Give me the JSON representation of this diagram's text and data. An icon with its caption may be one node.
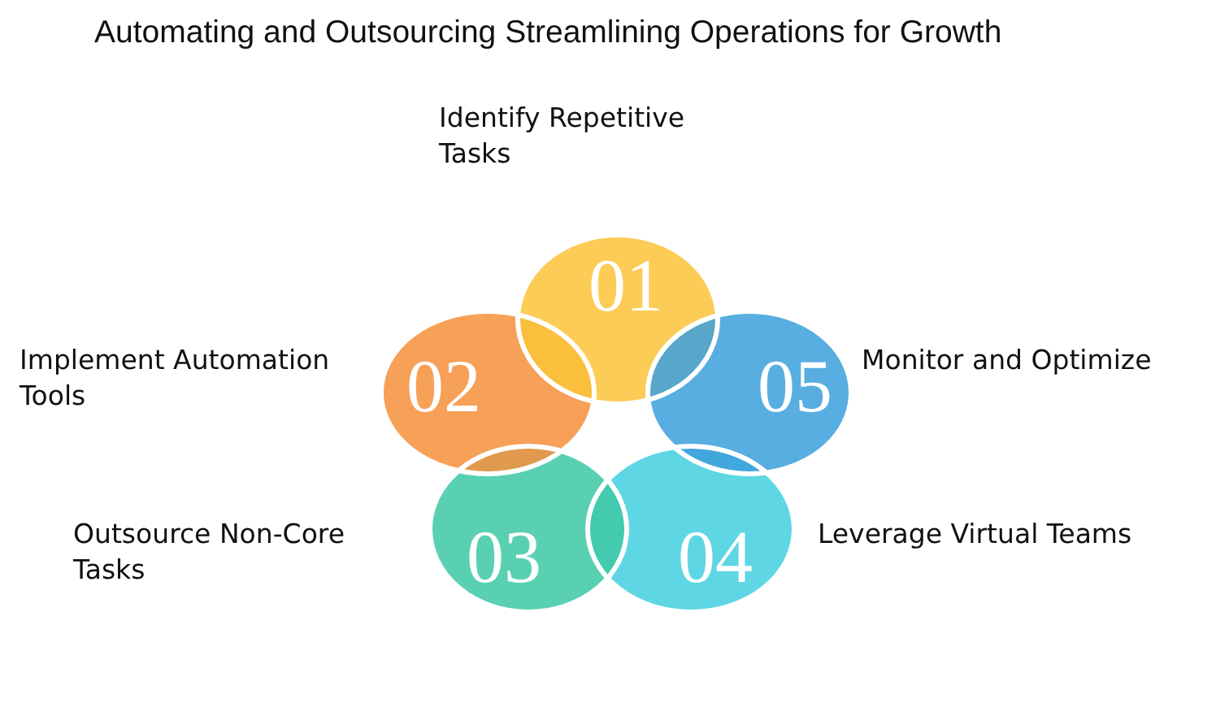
{
  "diagram": {
    "title": "Automating and Outsourcing Streamlining Operations for Growth",
    "nodes": [
      {
        "text": [
          "01"
        ],
        "beside": [
          "Identify Repetitive Tasks"
        ]
      },
      {
        "text": [
          "02"
        ],
        "beside": [
          "Implement Automation Tools"
        ]
      },
      {
        "text": [
          "03"
        ],
        "beside": [
          "Outsource Non-Core Tasks"
        ]
      },
      {
        "text": [
          "04"
        ],
        "beside": [
          "Leverage Virtual Teams"
        ]
      },
      {
        "text": [
          "05"
        ],
        "beside": [
          "Monitor and Optimize"
        ]
      }
    ]
  }
}
